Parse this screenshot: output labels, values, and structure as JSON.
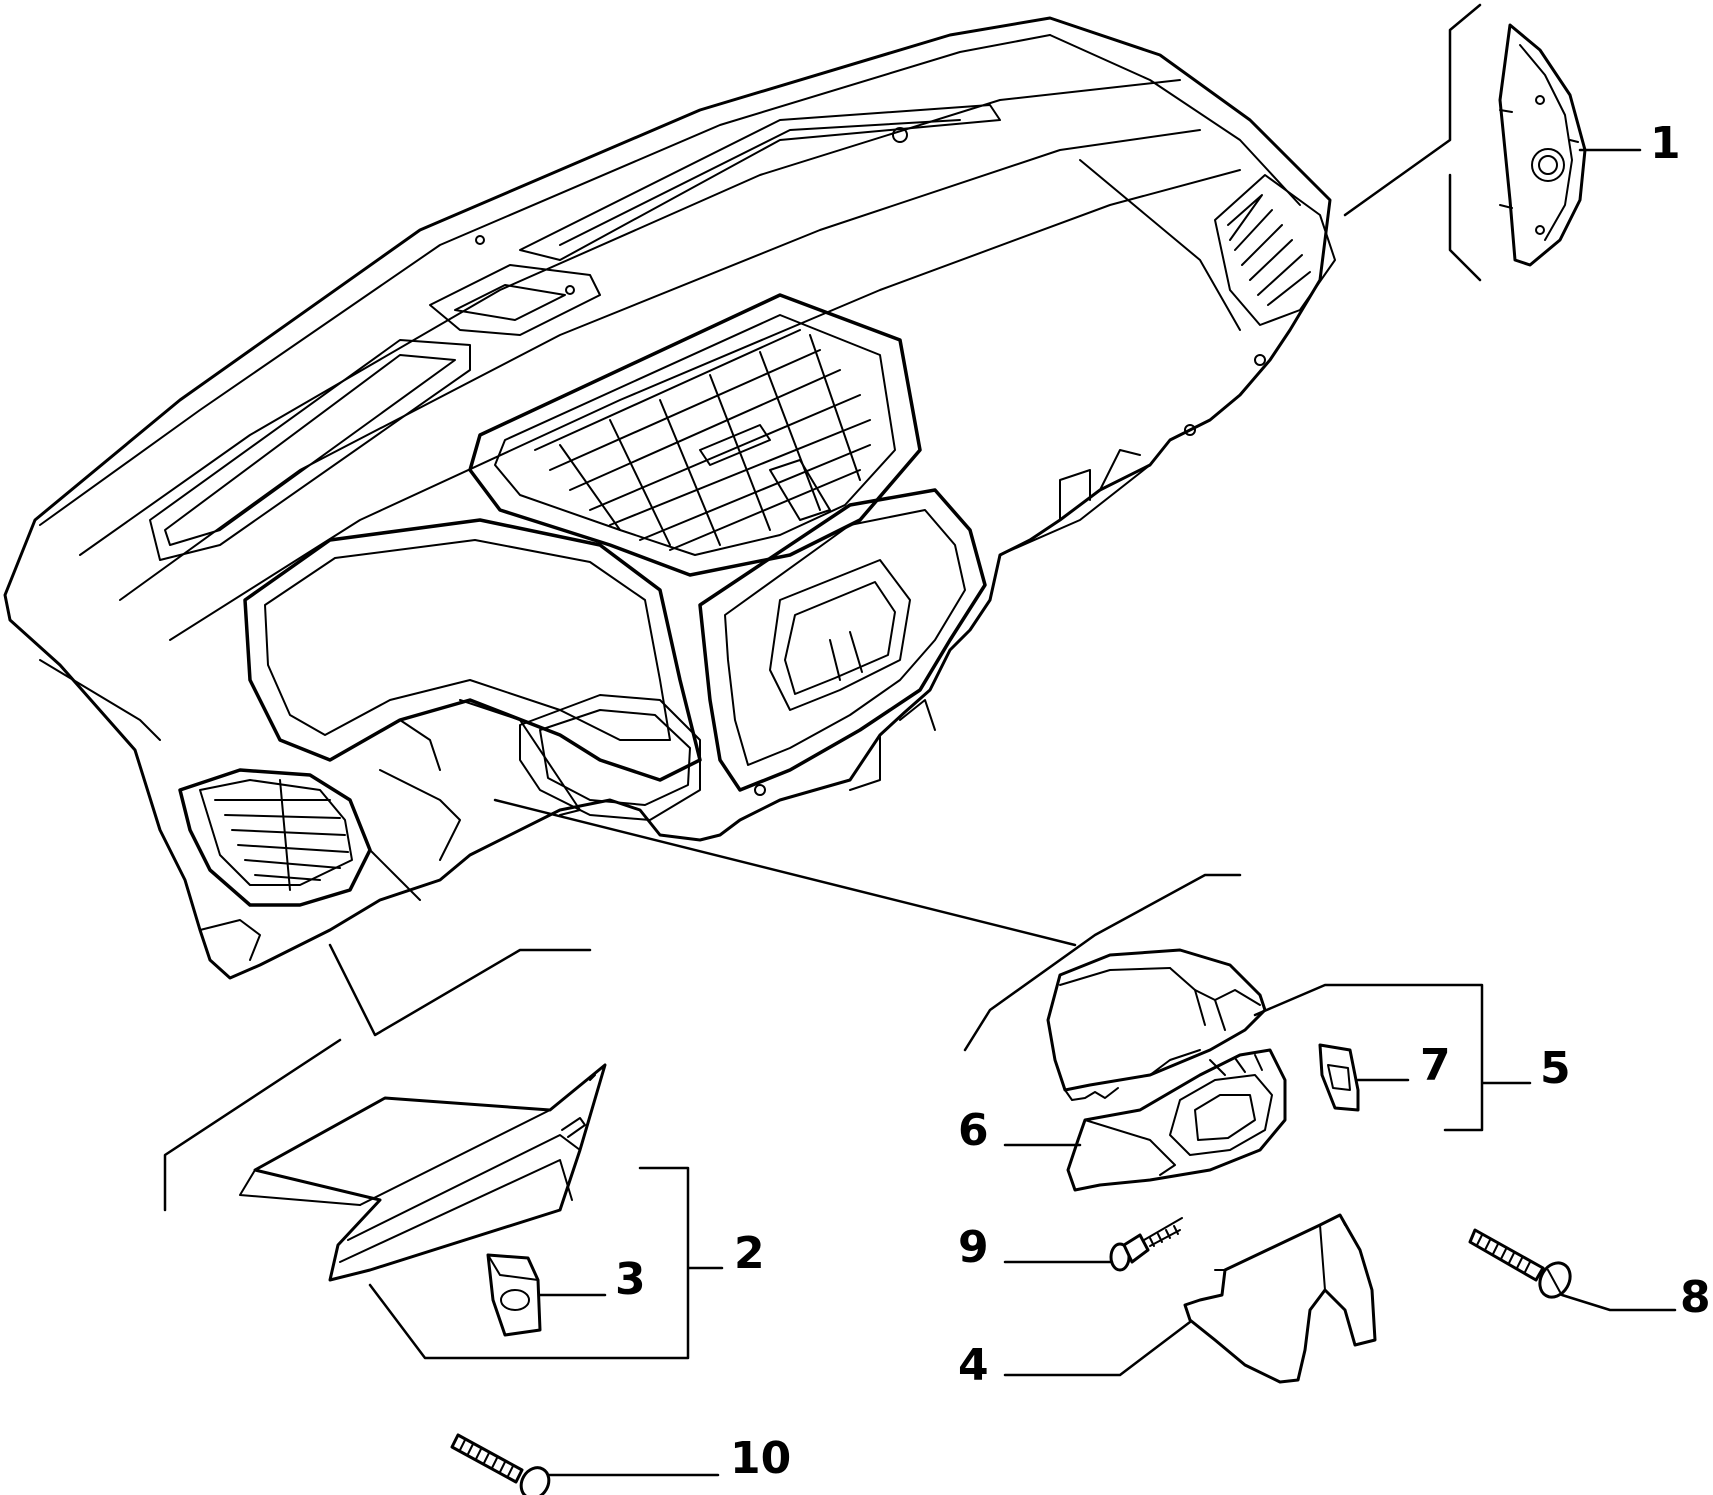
{
  "diagram": {
    "callouts": [
      "1",
      "2",
      "3",
      "4",
      "5",
      "6",
      "7",
      "8",
      "9",
      "10"
    ],
    "parts": [
      "dashboard-main",
      "side-end-cap",
      "glove-box",
      "glove-box-clip",
      "steering-column-upper-shroud",
      "steering-column-lower-shroud",
      "shroud-clip",
      "column-lower-cover",
      "screw-long-right",
      "flange-screw",
      "screw-long-bottom"
    ],
    "colors": {
      "line": "#000000",
      "background": "#ffffff"
    }
  }
}
